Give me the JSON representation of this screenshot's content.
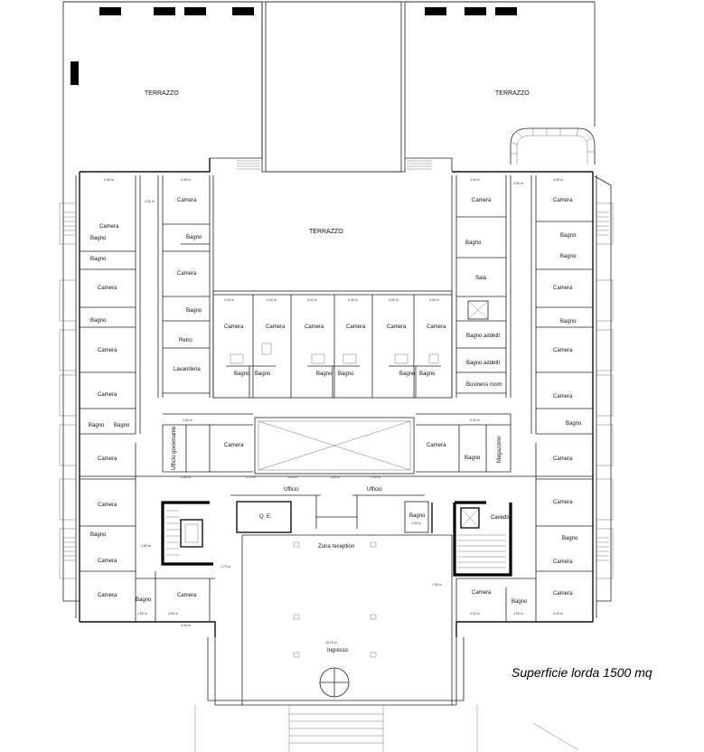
{
  "rooms": {
    "terrazzo_left": "TERRAZZO",
    "terrazzo_right": "TERRAZZO",
    "terrazzo_center": "TERRAZZO",
    "camera": "Camera",
    "bagno": "Bagno",
    "retro": "Retro",
    "lavanderia": "Lavanderia",
    "sala": "Sala",
    "bagno_addetti": "Bagno addetti",
    "business_room": "Business room",
    "ufficio_governante": "Ufficio governante",
    "magazzino": "Magazzino",
    "ufficio": "Ufficio",
    "q_e": "Q. E.",
    "zona_reception": "Zona reception",
    "cavedio": "Cavedio",
    "ingresso": "Ingresso"
  },
  "dimensions": {
    "d_445": "4.45 m",
    "d_340": "3.40 m",
    "d_425": "4.25 m",
    "d_250": "2.50 m",
    "d_540": "5.40 m",
    "d_170": "1.70 m",
    "d_185": "1.85 m",
    "d_230": "2.30 m",
    "d_1550": "15.15 m",
    "d_105": "1.05 m",
    "d_120": "1.20 m",
    "d_415": "4.15 m"
  },
  "caption": "Superficie lorda 1500 mq"
}
